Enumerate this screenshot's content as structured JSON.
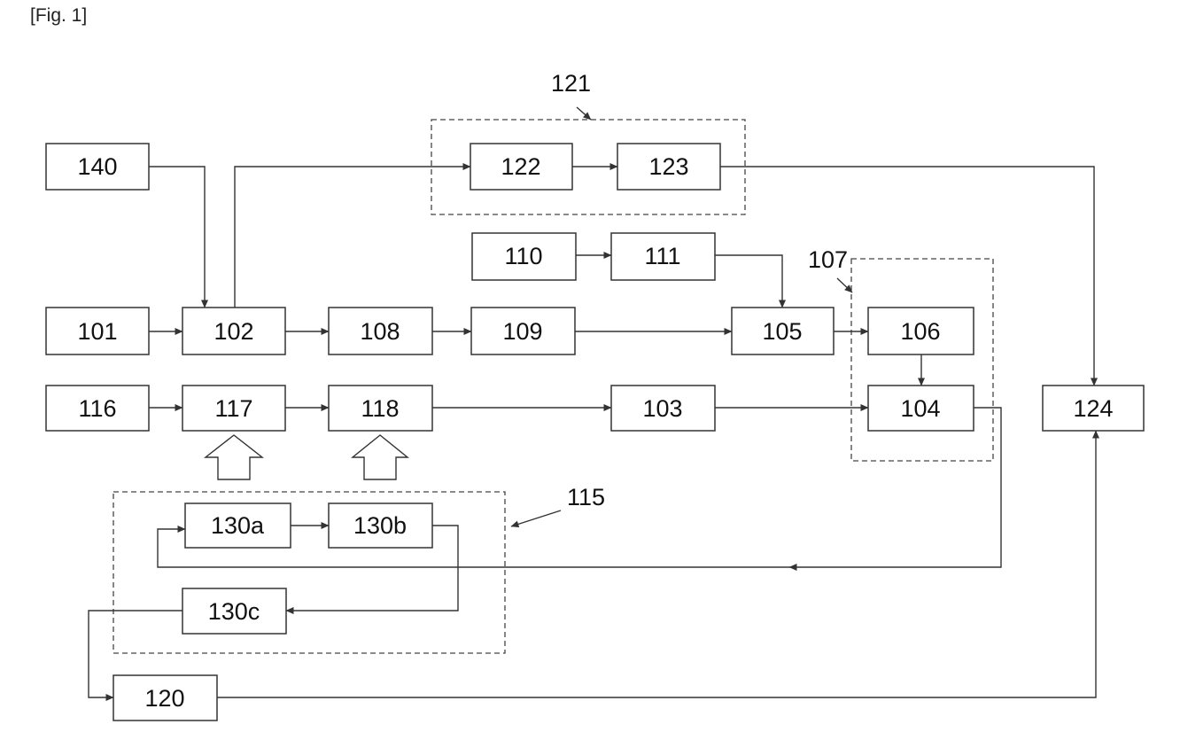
{
  "figure": {
    "label": "[Fig. 1]"
  },
  "boxes": {
    "b140": "140",
    "b122": "122",
    "b123": "123",
    "b110": "110",
    "b111": "111",
    "b101": "101",
    "b102": "102",
    "b108": "108",
    "b109": "109",
    "b105": "105",
    "b106": "106",
    "b116": "116",
    "b117": "117",
    "b118": "118",
    "b103": "103",
    "b104": "104",
    "b124": "124",
    "b130a": "130a",
    "b130b": "130b",
    "b130c": "130c",
    "b120": "120"
  },
  "groups": {
    "g121": "121",
    "g107": "107",
    "g115": "115"
  }
}
